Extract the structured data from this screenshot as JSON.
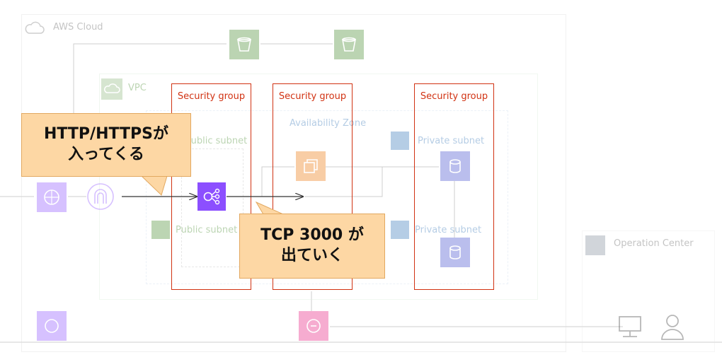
{
  "aws_cloud": {
    "label": "AWS Cloud"
  },
  "vpc": {
    "label": "VPC"
  },
  "availability_zone": {
    "label": "Availability Zone"
  },
  "subnets": {
    "public_top": "Public subnet",
    "private_top": "Private subnet",
    "public_bottom": "Public subnet",
    "private_bottom": "Private subnet"
  },
  "operation_center": {
    "label": "Operation Center"
  },
  "security_groups": [
    "Security group",
    "Security group",
    "Security group"
  ],
  "callouts": {
    "inbound": [
      "HTTP/HTTPSが",
      "入ってくる"
    ],
    "outbound": [
      "TCP 3000 が",
      "出ていく"
    ]
  },
  "colors": {
    "security_group": "#d13212",
    "callout_fill": "#fdd7a4",
    "elb": "#8c4fff",
    "storage": "#3f8624",
    "compute": "#ed7100",
    "database": "#3b48cc",
    "management": "#e7157b"
  },
  "icons": [
    "cloud-icon",
    "vpc-icon",
    "s3-bucket-icon",
    "internet-icon",
    "internet-gateway-icon",
    "load-balancer-icon",
    "ec2-instances-icon",
    "database-icon",
    "lock-icon",
    "building-icon",
    "desktop-icon",
    "user-icon",
    "cloudwatch-icon",
    "systems-manager-icon"
  ]
}
